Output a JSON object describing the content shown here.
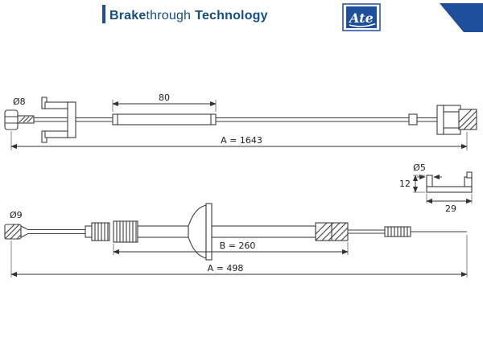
{
  "colors": {
    "accent_blue": "#1d4f9b",
    "brand_text_blue": "#164e7e"
  },
  "header": {
    "brand_part1": "Brake",
    "brand_part2": "through",
    "brand_part3": "Technology",
    "logo_text": "Ate"
  },
  "top_view": {
    "diameter_label": "Ø8",
    "inner_dim": "80",
    "overall_dim": "A = 1643"
  },
  "bracket_view": {
    "hole_dim": "Ø5",
    "height_dim": "12",
    "length_dim": "29"
  },
  "bottom_view": {
    "diameter_label": "Ø9",
    "inner_dim": "B = 260",
    "overall_dim": "A = 498"
  }
}
